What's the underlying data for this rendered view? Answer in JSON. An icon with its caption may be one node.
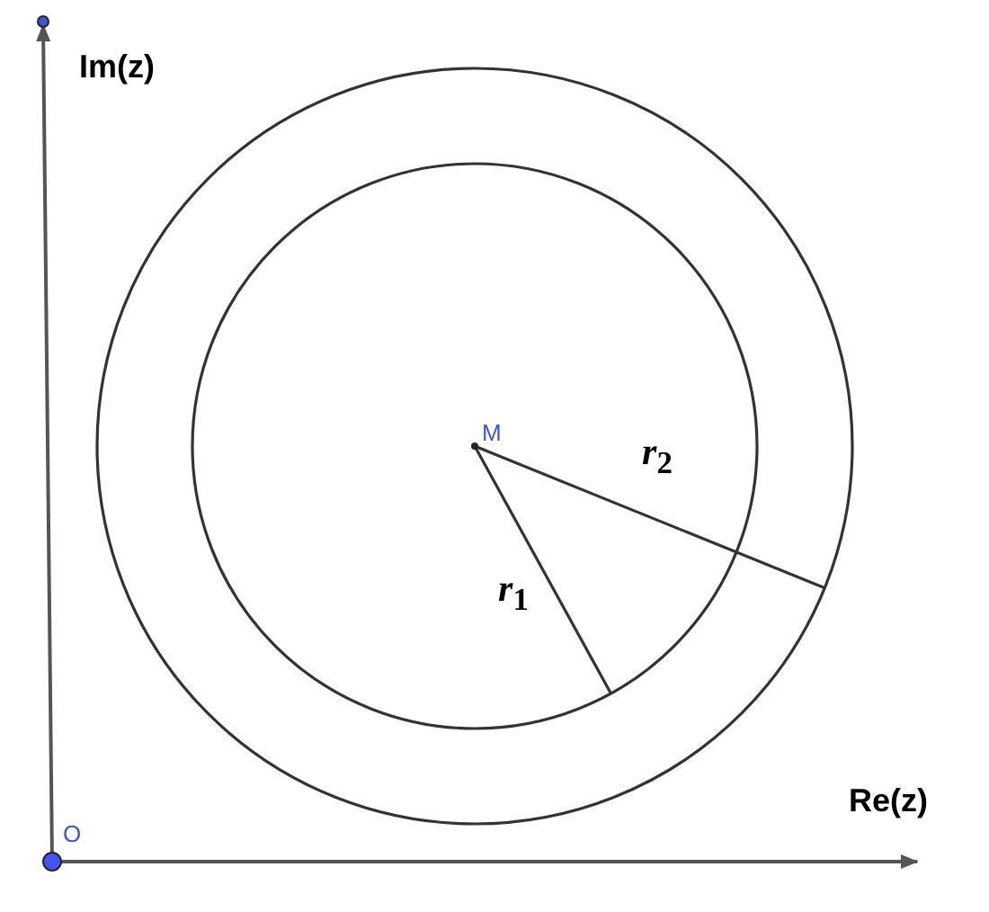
{
  "diagram": {
    "labels": [
      "Im(z)",
      "Re(z)",
      "O",
      "M",
      "*r*$_{2}$",
      "*r*$_{1}$"
    ]
  }
}
